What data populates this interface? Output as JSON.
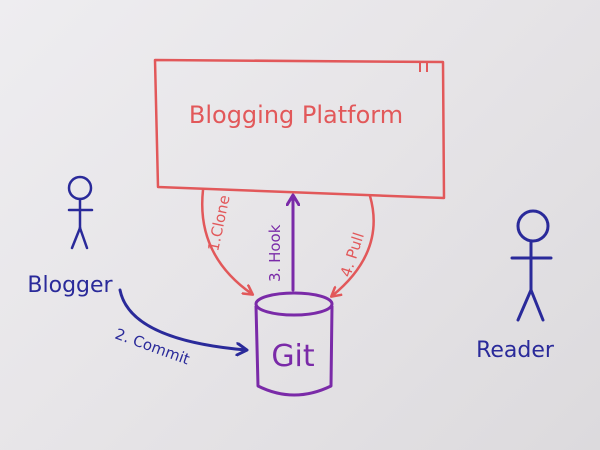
{
  "nodes": {
    "platform": "Blogging Platform",
    "git": "Git",
    "blogger": "Blogger",
    "reader": "Reader"
  },
  "edges": {
    "clone": "1.Clone",
    "commit": "2. Commit",
    "hook": "3. Hook",
    "pull": "4. Pull"
  },
  "colors": {
    "red": "#e2585a",
    "purple": "#7a2aa8",
    "blue": "#2a2a9a"
  }
}
